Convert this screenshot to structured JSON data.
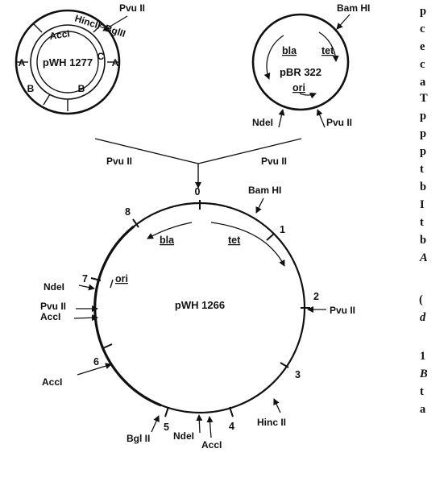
{
  "pwh1277": {
    "name": "pWH 1277",
    "arc_label": "HincII–BglII",
    "accI": "AccI",
    "seg_A_left": "A",
    "seg_A_right": "A",
    "seg_B_left": "B",
    "seg_B_right": "B",
    "seg_C": "C",
    "site_top": "Pvu II"
  },
  "pbr322": {
    "name": "pBR 322",
    "genes": {
      "bla": "bla",
      "tet": "tet",
      "ori": "ori"
    },
    "sites": {
      "bamhi": "Bam HI",
      "ndei": "NdeI",
      "pvuii": "Pvu II"
    }
  },
  "ligation": {
    "left": "Pvu II",
    "right": "Pvu II"
  },
  "pwh1266": {
    "name": "pWH 1266",
    "genes": {
      "bla": "bla",
      "tet": "tet",
      "ori": "ori"
    },
    "ticks": [
      "0",
      "1",
      "2",
      "3",
      "4",
      "5",
      "6",
      "7",
      "8"
    ],
    "sites": {
      "bamhi": "Bam HI",
      "pvuii_right": "Pvu II",
      "hincii": "Hinc II",
      "acci_bottom": "AccI",
      "ndei_bottom": "NdeI",
      "bglii": "Bgl II",
      "acci_left": "AccI",
      "acci_pair": "AccI",
      "pvuii_left": "Pvu II",
      "ndei_left": "NdeI"
    }
  },
  "side_text": [
    "p",
    "c",
    "e",
    "c",
    "a",
    "T",
    "p",
    "p",
    "p",
    "t",
    "b",
    "I",
    "t",
    "b",
    "A",
    "(",
    "d",
    "1",
    "B",
    "t",
    "a"
  ]
}
